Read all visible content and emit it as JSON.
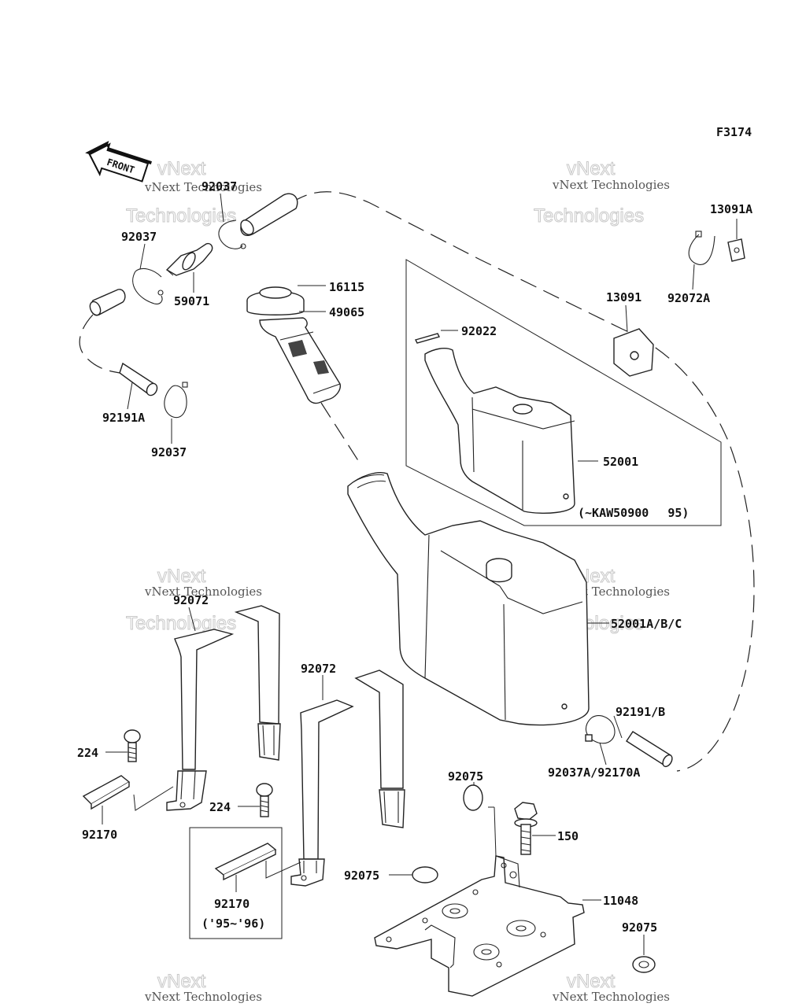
{
  "figure_code": "F3174",
  "front_label": "FRONT",
  "watermark": {
    "line1": "vNext Technologies",
    "line2": "vNext",
    "line3": "Technologies"
  },
  "labels": {
    "p92037_top": "92037",
    "p92037_mid": "92037",
    "p59071": "59071",
    "p16115": "16115",
    "p49065": "49065",
    "p92191A": "92191A",
    "p92037_low": "92037",
    "p13091A": "13091A",
    "p13091": "13091",
    "p92072A": "92072A",
    "p92022": "92022",
    "p52001": "52001",
    "note_kaw": "(~KAW50900　 95)",
    "p52001ABC": "52001A/B/C",
    "p92072_left": "92072",
    "p92072_mid": "92072",
    "p224_a": "224",
    "p224_b": "224",
    "p92170_a": "92170",
    "p92170_b": "92170",
    "note_9596": "('95~'96)",
    "p92191B": "92191/B",
    "p92037A": "92037A/92170A",
    "p92075_a": "92075",
    "p92075_b": "92075",
    "p92075_c": "92075",
    "p150": "150",
    "p11048": "11048"
  }
}
